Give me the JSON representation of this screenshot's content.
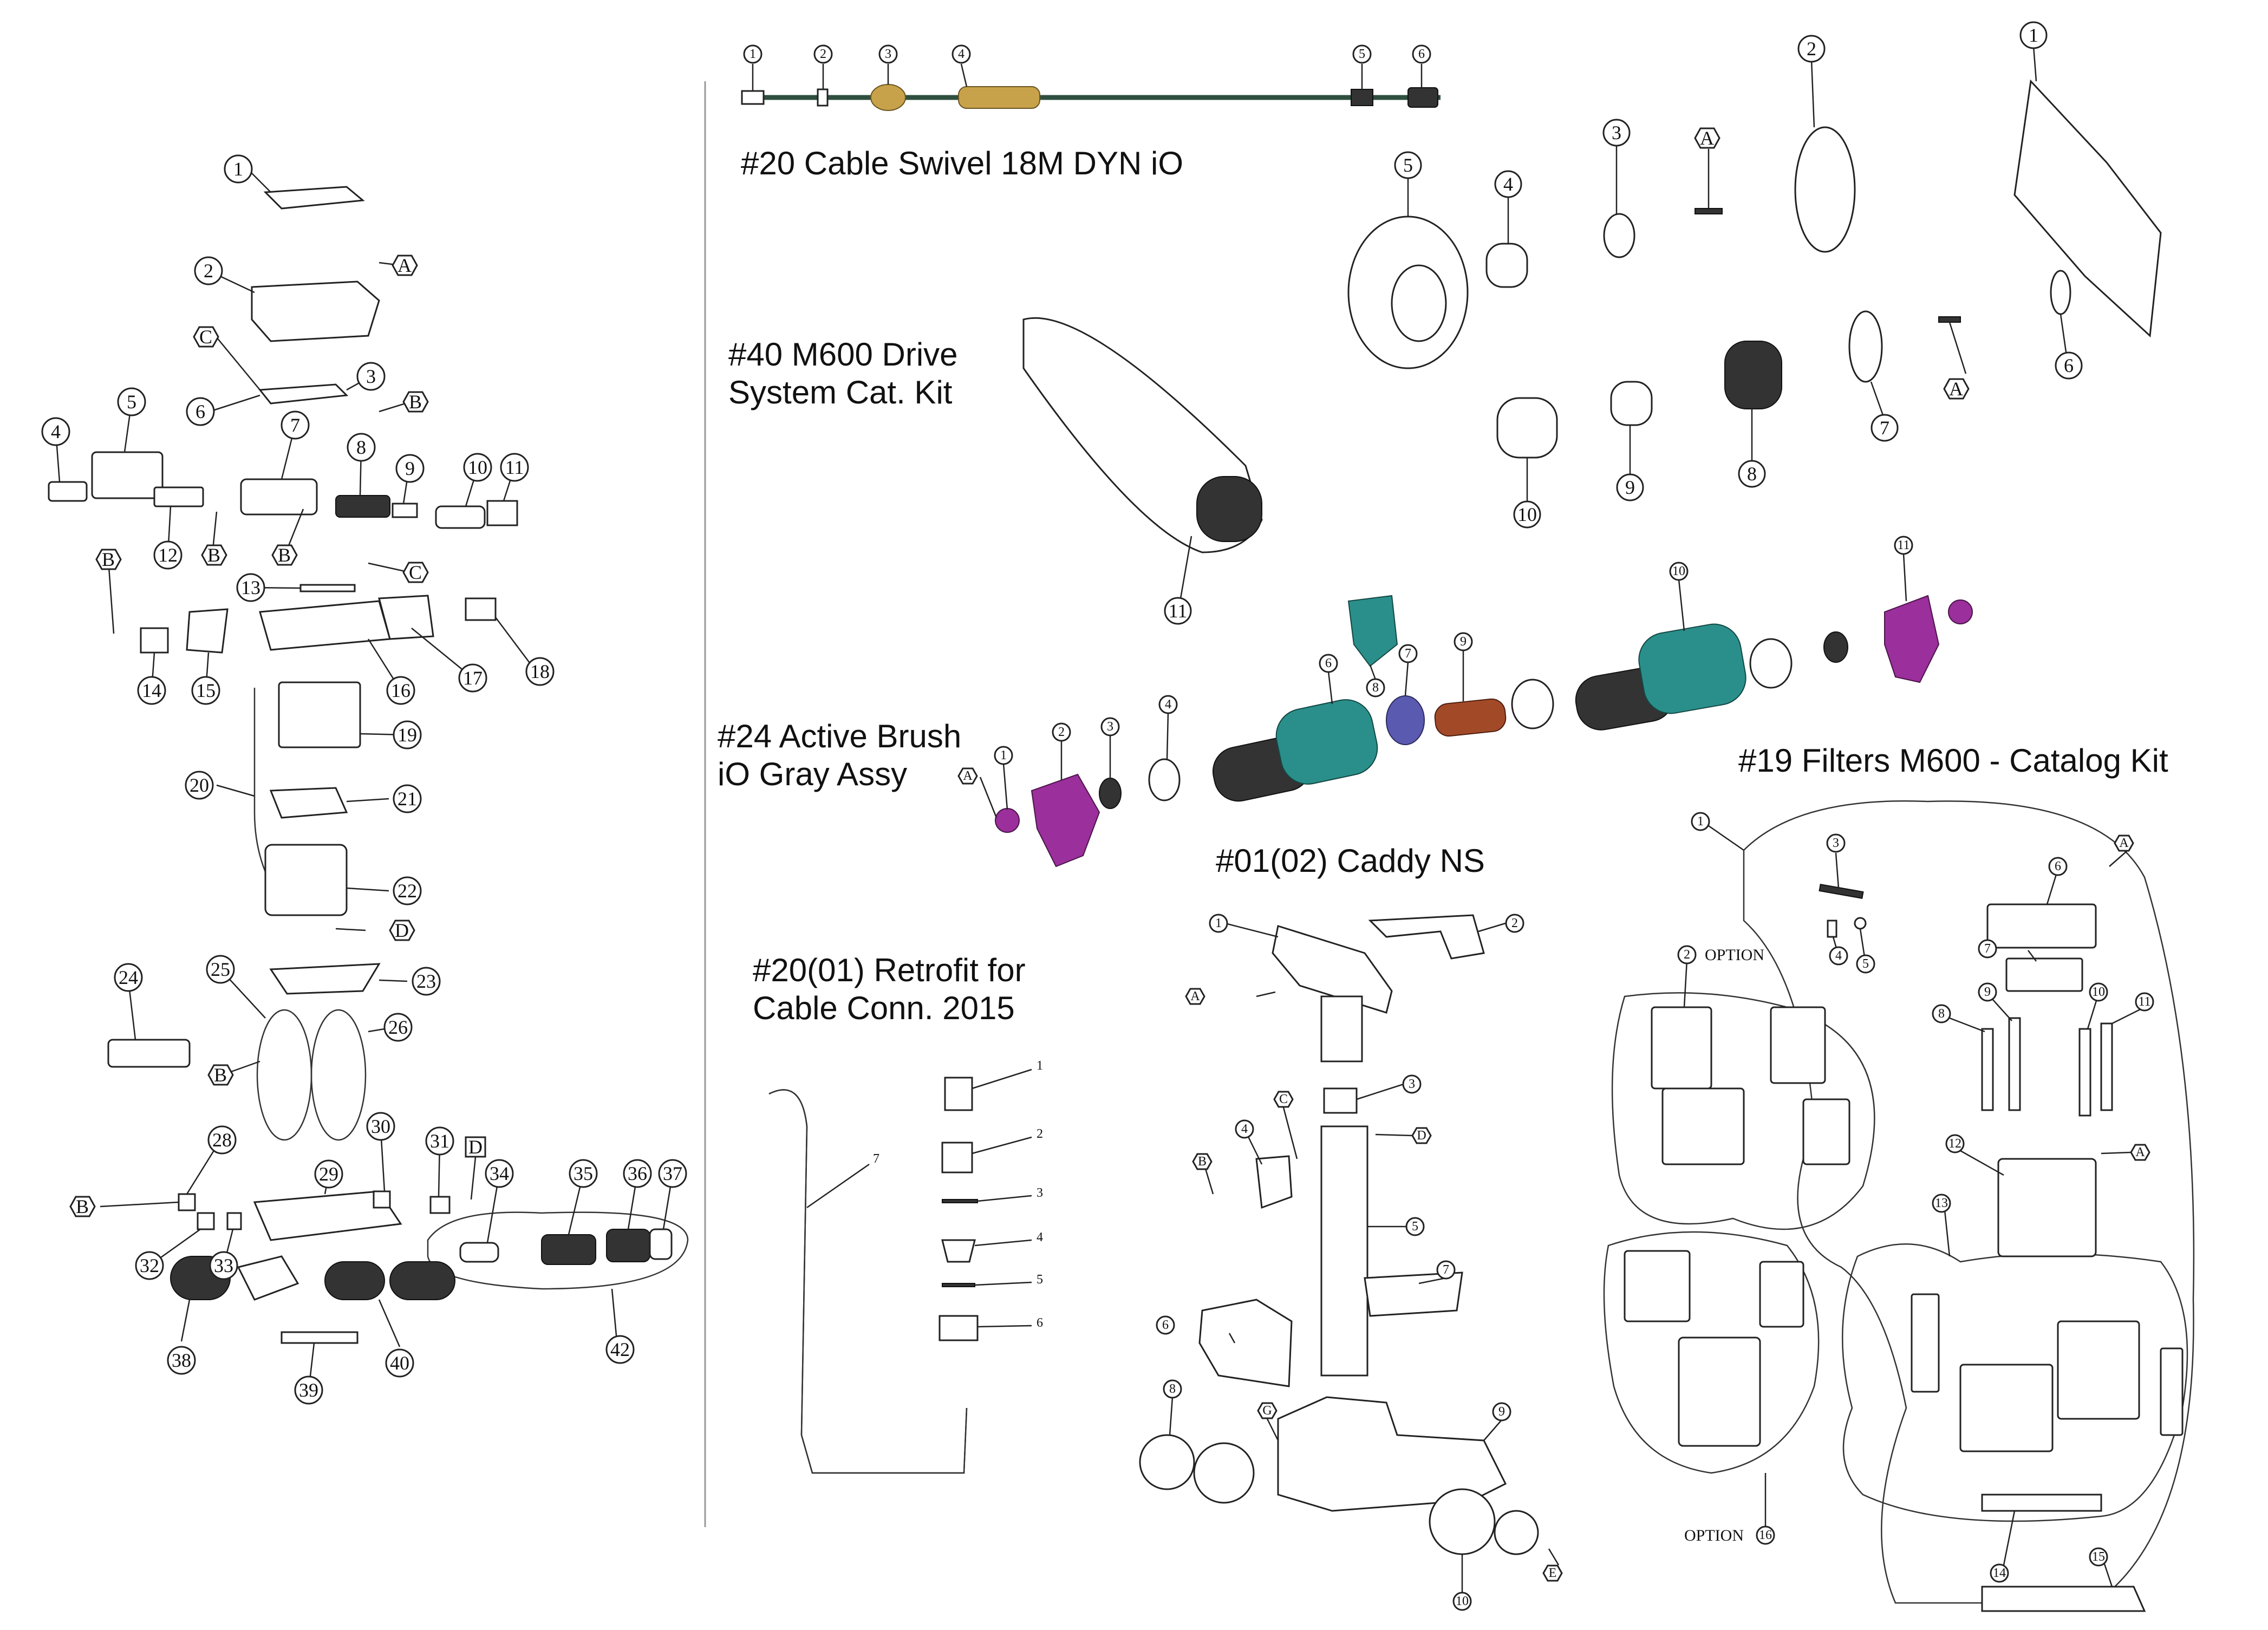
{
  "colors": {
    "teal": "#2a8f8a",
    "purple": "#9b2f9b",
    "navy": "#5a5ab0",
    "rust": "#a24a28",
    "cable": "#2f4f3f",
    "gold": "#c8a24a"
  },
  "titles": {
    "cable_swivel": "#20 Cable Swivel 18M DYN iO",
    "drive_line1": "#40 M600 Drive",
    "drive_line2": "System Cat. Kit",
    "brush_line1": "#24 Active Brush",
    "brush_line2": "iO Gray Assy",
    "caddy": "#01(02) Caddy NS",
    "retrofit_line1": "#20(01) Retrofit for",
    "retrofit_line2": "Cable Conn. 2015",
    "filters": "#19 Filters M600 - Catalog Kit"
  },
  "option_labels": {
    "option_top": "OPTION",
    "option_bottom": "OPTION"
  },
  "main_callouts": [
    "1",
    "2",
    "3",
    "4",
    "5",
    "6",
    "7",
    "8",
    "9",
    "10",
    "11",
    "12",
    "13",
    "14",
    "15",
    "16",
    "17",
    "18",
    "19",
    "20",
    "21",
    "22",
    "23",
    "24",
    "25",
    "26",
    "28",
    "29",
    "30",
    "31",
    "32",
    "33",
    "34",
    "35",
    "36",
    "37",
    "38",
    "39",
    "40",
    "42"
  ],
  "main_letters": [
    "A",
    "B",
    "C",
    "D"
  ],
  "cable_callouts": [
    "1",
    "2",
    "3",
    "4",
    "5",
    "6"
  ],
  "drive_callouts": [
    "1",
    "2",
    "3",
    "4",
    "5",
    "6",
    "7",
    "8",
    "9",
    "10",
    "11"
  ],
  "drive_letters": [
    "A"
  ],
  "brush_callouts": [
    "1",
    "2",
    "3",
    "4",
    "6",
    "7",
    "8",
    "9",
    "10",
    "11"
  ],
  "brush_letters": [
    "A"
  ],
  "retrofit_callouts": [
    "1",
    "2",
    "3",
    "4",
    "5",
    "6",
    "7"
  ],
  "caddy_callouts": [
    "1",
    "2",
    "3",
    "4",
    "5",
    "6",
    "7",
    "8",
    "9",
    "10"
  ],
  "caddy_letters": [
    "A",
    "B",
    "C",
    "D",
    "E",
    "G"
  ],
  "filter_callouts": [
    "1",
    "2",
    "3",
    "4",
    "5",
    "6",
    "7",
    "8",
    "9",
    "10",
    "11",
    "12",
    "13",
    "14",
    "15",
    "16"
  ],
  "filter_letters": [
    "A"
  ]
}
